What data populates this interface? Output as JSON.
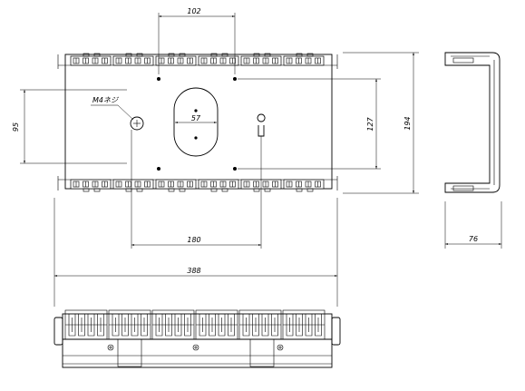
{
  "dimensions": {
    "hole_spacing": "102",
    "height_left": "95",
    "slot_width": "57",
    "hole_vertical": "127",
    "overall_height": "194",
    "side_depth": "76",
    "hanger_offset": "180",
    "overall_width": "388"
  },
  "labels": {
    "screw": "M4ネジ"
  }
}
